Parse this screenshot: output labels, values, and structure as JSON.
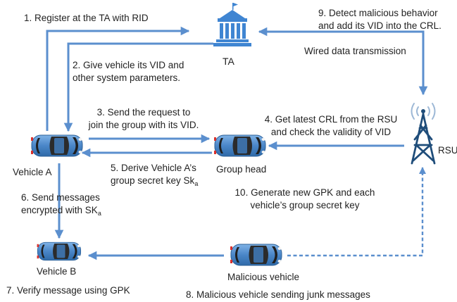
{
  "colors": {
    "arrow": "#5b8fce",
    "ta_building": "#3f85d2",
    "tower": "#1f4d7a",
    "car_body": "#4a90d9",
    "text": "#222222"
  },
  "icons": {
    "ta": "government-building-icon",
    "rsu": "radio-tower-icon",
    "vehicle": "car-top-view-icon"
  },
  "nodes": {
    "ta": "TA",
    "rsu": "RSU",
    "vehicle_a": "Vehicle A",
    "vehicle_b": "Vehicle B",
    "group_head": "Group head",
    "malicious": "Malicious vehicle"
  },
  "steps": {
    "s1": "1. Register at the TA with RID",
    "s2_l1": "2. Give vehicle its VID  and",
    "s2_l2": "other system parameters.",
    "s3_l1": "3. Send the request to",
    "s3_l2": "join the group with its VID.",
    "s4_l1": "4. Get latest CRL from the RSU",
    "s4_l2": "and check the validity of VID",
    "s5_l1": "5. Derive Vehicle A’s",
    "s5_l2": "group secret key Sk",
    "s5_sub": "a",
    "s6_l1": "6. Send messages",
    "s6_l2": "encrypted with  SK",
    "s6_sub": "a",
    "s7": "7. Verify message using GPK",
    "s8": "8. Malicious vehicle sending junk messages",
    "s9_l1": "9. Detect malicious behavior",
    "s9_l2": "and add its VID into the CRL.",
    "s10_l1": "10. Generate new GPK and each",
    "s10_l2": "vehicle’s group secret key",
    "wired": "Wired data transmission"
  }
}
